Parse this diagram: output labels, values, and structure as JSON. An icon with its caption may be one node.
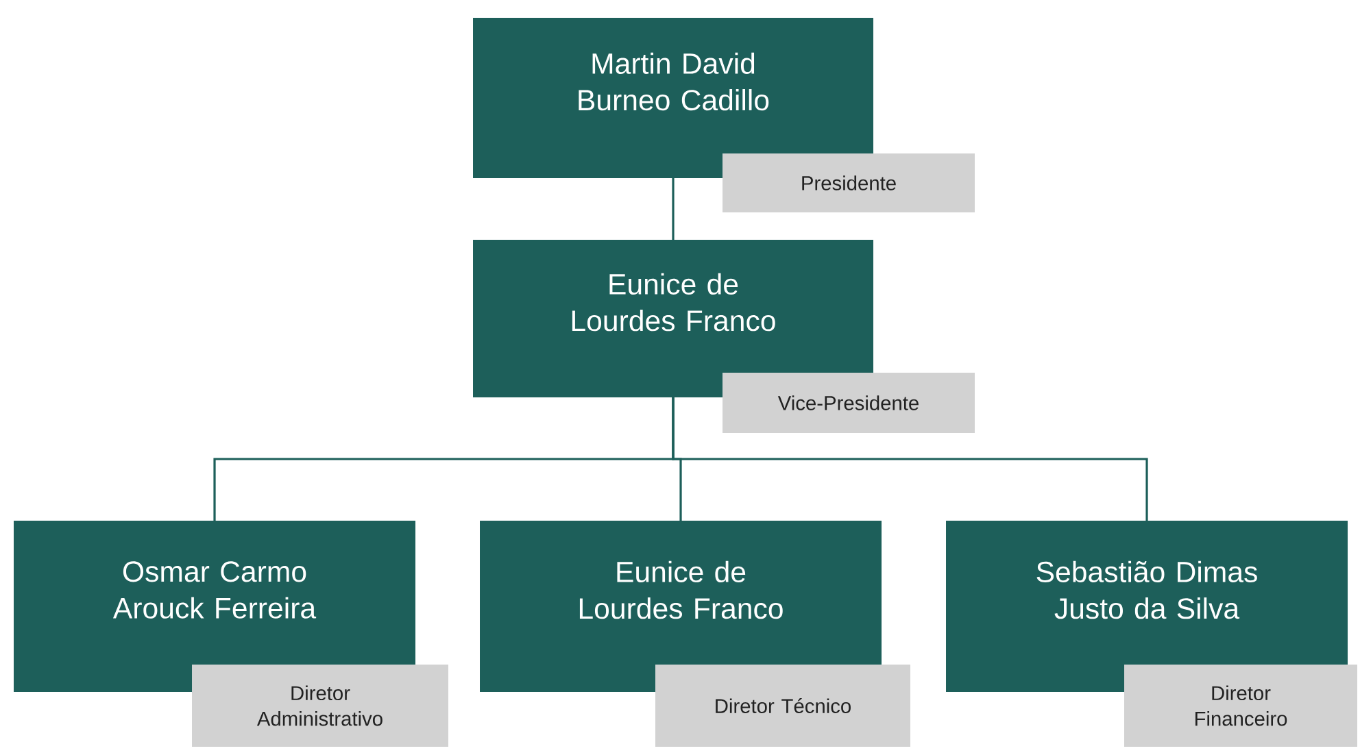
{
  "diagram": {
    "nodes": [
      {
        "text": [
          "Martin David Burneo Cadillo"
        ],
        "beside": [
          "Presidente"
        ]
      },
      {
        "text": [
          "Eunice de Lourdes Franco"
        ],
        "beside": [
          "Vice-Presidente"
        ]
      },
      {
        "text": [
          "Osmar Carmo Arouck Ferreira"
        ],
        "beside": [
          "Diretor Administrativo"
        ]
      },
      {
        "text": [
          "Eunice de Lourdes Franco"
        ],
        "beside": [
          "Diretor Técnico"
        ]
      },
      {
        "text": [
          "Sebastião Dimas Justo da Silva"
        ],
        "beside": [
          "Diretor Financeiro"
        ]
      }
    ],
    "edges": [
      {
        "from": 0,
        "to": 1,
        "arrow": "none"
      },
      {
        "from": 1,
        "to": 2,
        "arrow": "none"
      },
      {
        "from": 1,
        "to": 3,
        "arrow": "none"
      },
      {
        "from": 1,
        "to": 4,
        "arrow": "none"
      }
    ]
  }
}
